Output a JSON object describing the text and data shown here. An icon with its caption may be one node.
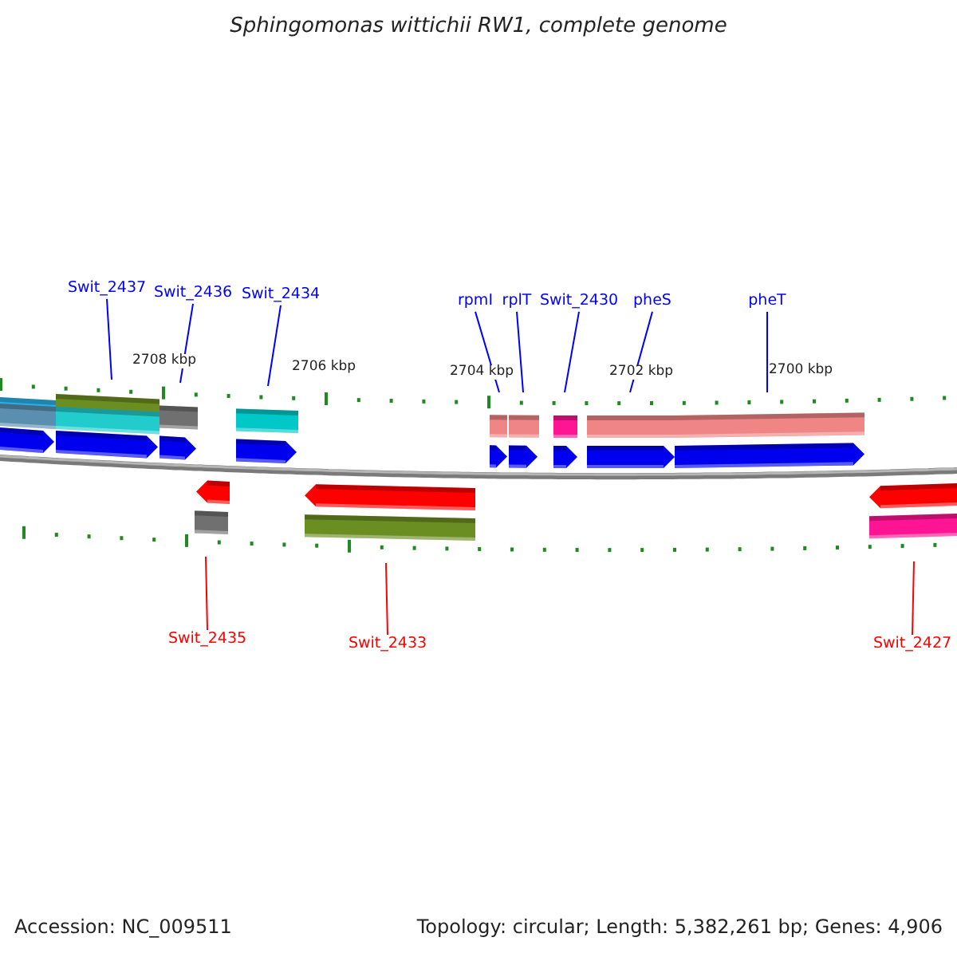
{
  "diagram": {
    "title": "Sphingomonas wittichii RW1, complete genome",
    "nodes": [
      {
        "text": [
          "Swit_2437"
        ]
      },
      {
        "text": [
          "Swit_2436"
        ]
      },
      {
        "text": [
          "Swit_2434"
        ]
      },
      {
        "text": [
          "rpmI"
        ]
      },
      {
        "text": [
          "rplT"
        ]
      },
      {
        "text": [
          "Swit_2430"
        ]
      },
      {
        "text": [
          "pheS"
        ]
      },
      {
        "text": [
          "pheT"
        ]
      },
      {
        "text": [
          "Swit_2435"
        ]
      },
      {
        "text": [
          "Swit_2433"
        ]
      },
      {
        "text": [
          "Swit_2427"
        ]
      }
    ],
    "edges": [
      {
        "from": 0,
        "to": null,
        "arrow": "none"
      },
      {
        "from": 1,
        "to": null,
        "arrow": "none"
      },
      {
        "from": 2,
        "to": null,
        "arrow": "none"
      },
      {
        "from": 3,
        "to": null,
        "arrow": "none"
      },
      {
        "from": 4,
        "to": null,
        "arrow": "none"
      },
      {
        "from": 5,
        "to": null,
        "arrow": "none"
      },
      {
        "from": 6,
        "to": null,
        "arrow": "none"
      },
      {
        "from": 7,
        "to": null,
        "arrow": "none"
      },
      {
        "from": 8,
        "to": null,
        "arrow": "none",
        "color": "#ff0000"
      },
      {
        "from": 9,
        "to": null,
        "arrow": "none",
        "color": "#ff0000"
      },
      {
        "from": 10,
        "to": null,
        "arrow": "none",
        "color": "#ff0000"
      }
    ],
    "labels": [
      "2708 kbp",
      "2706 kbp",
      "2704 kbp",
      "2702 kbp",
      "2700 kbp",
      "Accession: NC_009511",
      "Topology: circular; Length: 5,382,261 bp; Genes: 4,906"
    ]
  }
}
